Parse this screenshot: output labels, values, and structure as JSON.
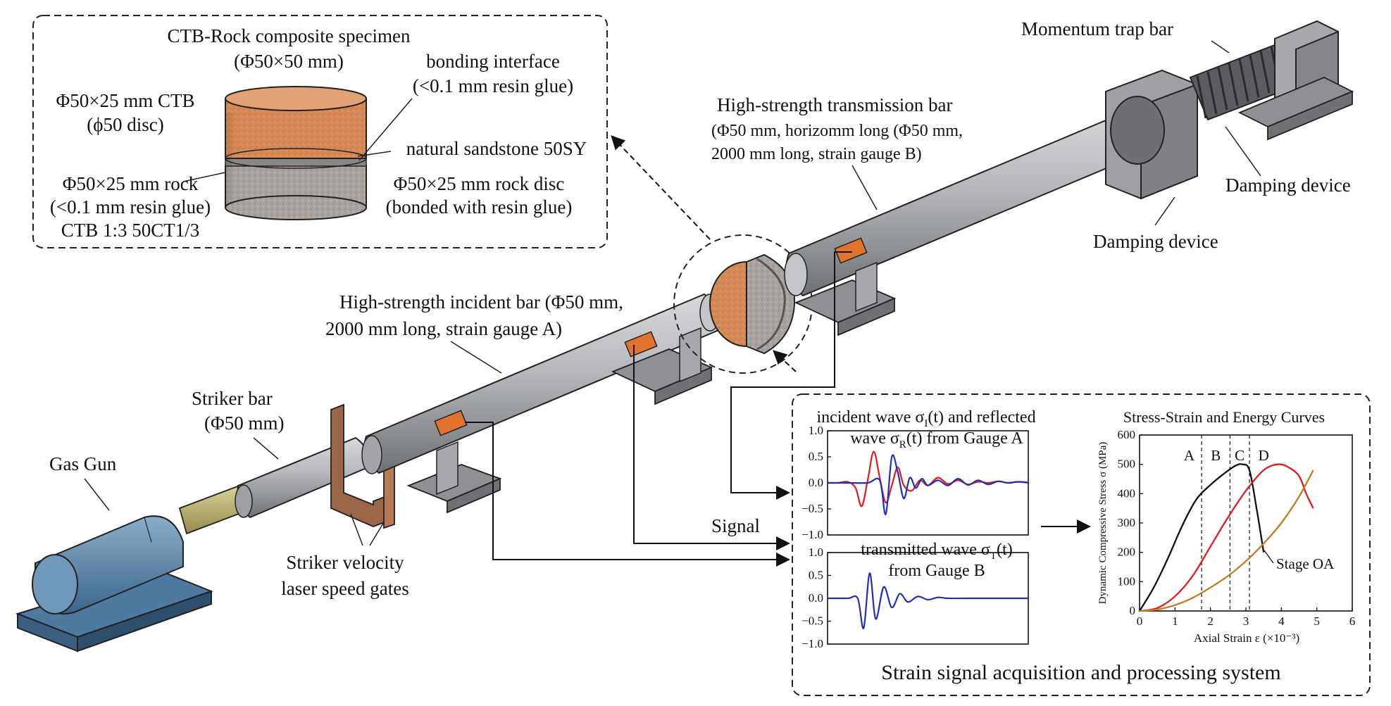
{
  "specimen_panel": {
    "title": "CTB-Rock composite specimen",
    "size": "(Φ50×50 mm)",
    "bonding_interface": "bonding interface",
    "bonding_interface_note": "(<0.1 mm resin glue)",
    "ctb_part": "Φ50×25 mm CTB",
    "ctb_part_note": "(ϕ50 disc)",
    "sandstone": "natural sandstone 50SY",
    "rock_part": "Φ50×25 mm rock",
    "rock_part_note": "(<0.1 mm resin glue)",
    "ctb_ratio": "CTB 1:3 50CT1/3",
    "rock_disc": "Φ50×25 mm rock disc",
    "rock_disc_note": "(bonded with resin glue)"
  },
  "apparatus": {
    "momentum_trap": "Momentum trap bar",
    "transmission_bar_1": "High-strength transmission bar",
    "transmission_bar_2": "(Φ50 mm, horizomm long (Φ50 mm,",
    "transmission_bar_3": "2000 mm long, strain gauge B)",
    "damping_right": "Damping device",
    "damping_left": "Damping device",
    "incident_bar_1": "High-strength incident bar (Φ50 mm,",
    "incident_bar_2": "2000 mm long, strain gauge A)",
    "striker_bar_1": "Striker bar",
    "striker_bar_2": "(Φ50 mm)",
    "gas_gun": "Gas Gun",
    "speed_gates_1": "Striker velocity",
    "speed_gates_2": "laser speed gates",
    "signal": "Signal"
  },
  "acquisition_panel": {
    "title": "Strain signal acquisition and processing system"
  },
  "colors": {
    "bar": "#a9abae",
    "gun": "#5d88aa",
    "brass": "#c2b874",
    "ctb": "#d58a55",
    "rock": "#a09b97",
    "gate": "#9b6647",
    "gauge": "#e0742e",
    "red": "#e31a1c",
    "blue": "#1f2fb8",
    "black": "#111111",
    "orange": "#c47a1e"
  },
  "chart_data": [
    {
      "type": "line",
      "title": "incident wave σI(t) and reflected wave σR(t) from Gauge A",
      "title_line1": "incident wave σ",
      "title_sub1": "I",
      "title_line1b": "(t) and reflected",
      "title_line2": "wave σ",
      "title_sub2": "R",
      "title_line2b": "(t) from Gauge A",
      "ylim": [
        -1.0,
        1.0
      ],
      "yticks": [
        "1.0",
        "0.5",
        "0.0",
        "−0.5",
        "−1.0"
      ],
      "series": [
        {
          "color": "red",
          "x": [
            0,
            0.05,
            0.1,
            0.14,
            0.17,
            0.2,
            0.23,
            0.26,
            0.29,
            0.32,
            0.35,
            0.38,
            0.42,
            0.46,
            0.5,
            0.55,
            0.6,
            0.65,
            0.7,
            0.75,
            0.8,
            0.85,
            0.9,
            0.95,
            1.0
          ],
          "values": [
            0,
            0,
            0.02,
            -0.1,
            -0.45,
            0.05,
            0.6,
            0.1,
            -0.38,
            -0.05,
            0.3,
            -0.05,
            -0.15,
            0.05,
            -0.05,
            0.1,
            -0.02,
            0.05,
            -0.03,
            0.02,
            0,
            0.03,
            0,
            0.02,
            0.01
          ]
        },
        {
          "color": "blue",
          "x": [
            0,
            0.1,
            0.2,
            0.26,
            0.29,
            0.32,
            0.35,
            0.38,
            0.41,
            0.44,
            0.47,
            0.5,
            0.55,
            0.6,
            0.65,
            0.7,
            0.75,
            0.8,
            0.85,
            0.9,
            0.95,
            1.0
          ],
          "values": [
            0,
            0,
            0,
            0.05,
            -0.6,
            0.5,
            0.2,
            -0.3,
            0.1,
            -0.1,
            0.08,
            -0.05,
            0.05,
            -0.05,
            0.08,
            -0.04,
            0.05,
            -0.03,
            0.03,
            0,
            0.02,
            0
          ]
        }
      ]
    },
    {
      "type": "line",
      "title": "transmitted wave σT(t) from Gauge B",
      "title_line1": "transmitted wave σ",
      "title_sub1": "T",
      "title_line1b": "(t)",
      "title_line2": "from Gauge B",
      "ylim": [
        -1.0,
        1.0
      ],
      "yticks": [
        "1.0",
        "0.5",
        "0.0",
        "−0.5",
        "−1.0"
      ],
      "series": [
        {
          "color": "blue",
          "x": [
            0,
            0.1,
            0.15,
            0.18,
            0.21,
            0.24,
            0.28,
            0.32,
            0.36,
            0.4,
            0.45,
            0.5,
            0.55,
            0.6,
            0.7,
            0.8,
            0.9,
            1.0
          ],
          "values": [
            0,
            0,
            0,
            -0.65,
            0.55,
            -0.45,
            0.25,
            -0.2,
            0.1,
            -0.08,
            0.04,
            -0.03,
            0.02,
            0,
            0,
            0,
            0,
            0
          ]
        }
      ]
    },
    {
      "type": "line",
      "title": "Stress-Strain and Energy Curves",
      "xlabel": "Axial Strain ε (×10⁻³)",
      "ylabel": "Dynamic Compressive Stress σ (MPa)",
      "xlim": [
        0,
        6
      ],
      "ylim": [
        0,
        600
      ],
      "xticks": [
        "0",
        "1",
        "2",
        "3",
        "4",
        "5",
        "6"
      ],
      "yticks": [
        "600",
        "500",
        "400",
        "300",
        "200",
        "100",
        "0"
      ],
      "stage_lines": [
        1.75,
        2.55,
        3.1
      ],
      "stage_labels": [
        "A",
        "B",
        "C",
        "D"
      ],
      "annotation": "Stage OA",
      "series": [
        {
          "color": "black",
          "x": [
            0,
            0.4,
            0.8,
            1.2,
            1.6,
            2.0,
            2.4,
            2.7,
            2.9,
            3.1,
            3.3,
            3.5
          ],
          "values": [
            0,
            80,
            180,
            290,
            380,
            430,
            470,
            495,
            500,
            480,
            350,
            200
          ]
        },
        {
          "color": "red",
          "x": [
            0,
            0.5,
            1.0,
            1.5,
            2.0,
            2.5,
            3.0,
            3.5,
            3.9,
            4.2,
            4.5,
            4.7,
            4.9
          ],
          "values": [
            0,
            10,
            50,
            120,
            220,
            320,
            410,
            480,
            500,
            490,
            460,
            400,
            350
          ]
        },
        {
          "color": "orange",
          "x": [
            0,
            0.5,
            1.0,
            1.5,
            2.0,
            2.5,
            3.0,
            3.5,
            4.0,
            4.5,
            4.9
          ],
          "values": [
            0,
            5,
            20,
            45,
            80,
            120,
            170,
            230,
            300,
            390,
            480
          ]
        }
      ]
    }
  ]
}
